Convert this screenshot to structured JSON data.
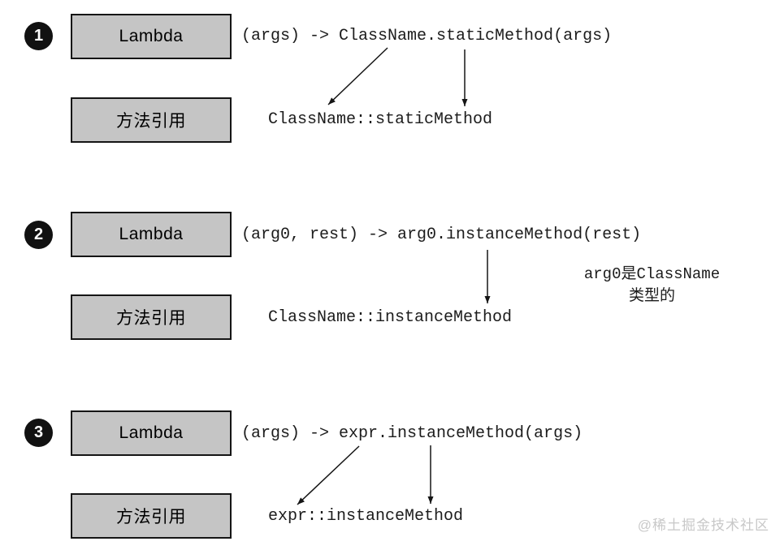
{
  "colors": {
    "box_fill": "#c5c5c5",
    "box_border": "#151515",
    "badge_fill": "#111111",
    "badge_text": "#ffffff",
    "code_text": "#1c1c1c",
    "arrow": "#151515",
    "watermark": "#c8c8c8"
  },
  "sections": [
    {
      "number": "1",
      "lambda_label": "Lambda",
      "lambda_code": "(args) -> ClassName.staticMethod(args)",
      "method_ref_label": "方法引用",
      "method_ref_code": "ClassName::staticMethod"
    },
    {
      "number": "2",
      "lambda_label": "Lambda",
      "lambda_code": "(arg0, rest) -> arg0.instanceMethod(rest)",
      "method_ref_label": "方法引用",
      "method_ref_code": "ClassName::instanceMethod",
      "annotation": {
        "line1": "arg0是ClassName",
        "line2": "类型的"
      }
    },
    {
      "number": "3",
      "lambda_label": "Lambda",
      "lambda_code": "(args) -> expr.instanceMethod(args)",
      "method_ref_label": "方法引用",
      "method_ref_code": "expr::instanceMethod"
    }
  ],
  "watermark": "@稀土掘金技术社区"
}
